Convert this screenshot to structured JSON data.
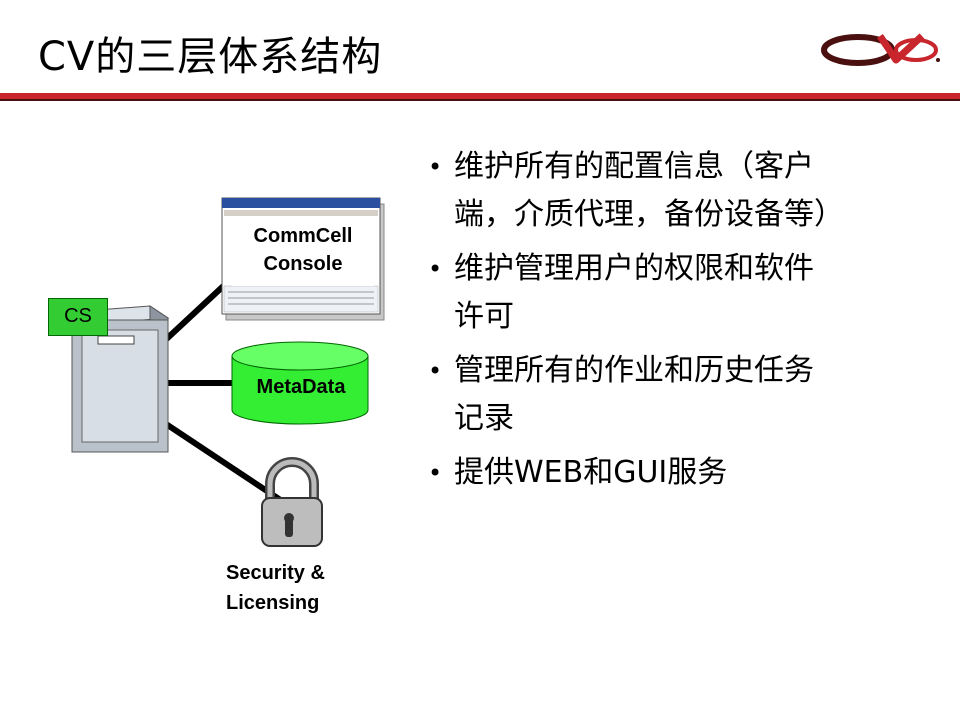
{
  "slide": {
    "title": "CV的三层体系结构"
  },
  "logo": {
    "name": "cv-logo",
    "colors": {
      "red": "#c8252c",
      "dark": "#4a1010"
    }
  },
  "diagram": {
    "server_label": "CS",
    "console_label_line1": "CommCell",
    "console_label_line2": "Console",
    "database_label": "MetaData",
    "security_label_line1": "Security &",
    "security_label_line2": "Licensing",
    "colors": {
      "green": "#33cc33",
      "line": "#000000",
      "server": "#c0c8d0"
    }
  },
  "bullets": [
    {
      "line1": "维护所有的配置信息（客户",
      "line2": "端，介质代理，备份设备等）"
    },
    {
      "line1": "维护管理用户的权限和软件",
      "line2": "许可"
    },
    {
      "line1": "管理所有的作业和历史任务",
      "line2": "记录"
    },
    {
      "line1": "提供WEB和GUI服务",
      "line2": ""
    }
  ]
}
